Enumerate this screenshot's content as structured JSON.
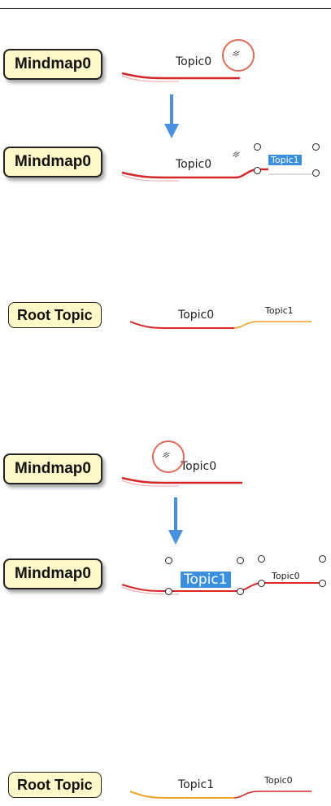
{
  "scenarios": [
    {
      "before": {
        "root": "Mindmap0",
        "topic": "Topic0"
      },
      "after": {
        "root": "Mindmap0",
        "topic": "Topic0",
        "new_topic": "Topic1"
      },
      "result": {
        "root": "Root Topic",
        "topic": "Topic0",
        "subtopic": "Topic1"
      }
    },
    {
      "before": {
        "root": "Mindmap0",
        "topic": "Topic0"
      },
      "after": {
        "root": "Mindmap0",
        "new_topic": "Topic1",
        "topic": "Topic0"
      },
      "result": {
        "root": "Root Topic",
        "topic": "Topic1",
        "subtopic": "Topic0"
      }
    }
  ],
  "colors": {
    "root_fill": "#fff8c8",
    "red_line": "#d62828",
    "orange_line": "#f0a020",
    "selection": "#3b8fe0",
    "arrow": "#4a90e2",
    "highlight_circle": "#e06a5a"
  },
  "icons": {
    "attach": "paperclip-icon",
    "down_arrow": "arrow-down-icon"
  }
}
